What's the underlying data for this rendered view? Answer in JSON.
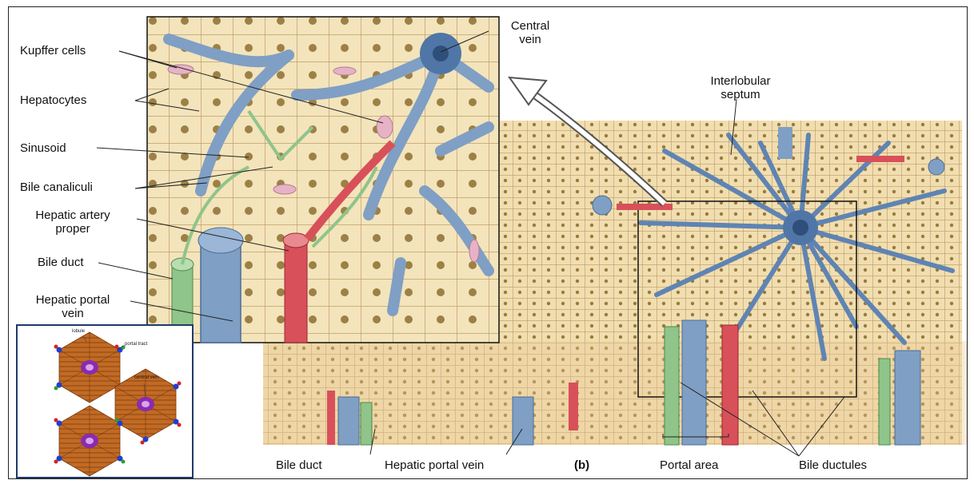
{
  "labels": {
    "kupffer": "Kupffer cells",
    "hepatocytes": "Hepatocytes",
    "sinusoid": "Sinusoid",
    "bile_canaliculi": "Bile canaliculi",
    "hepatic_artery_line1": "Hepatic artery",
    "hepatic_artery_line2": "proper",
    "bile_duct_left": "Bile duct",
    "hepatic_portal_line1": "Hepatic portal",
    "hepatic_portal_line2": "vein",
    "central_vein_line1": "Central",
    "central_vein_line2": "vein",
    "interlobular_line1": "Interlobular",
    "interlobular_line2": "septum",
    "bottom_bile_duct": "Bile duct",
    "bottom_portal_vein": "Hepatic portal vein",
    "panel_letter": "(b)",
    "portal_area": "Portal area",
    "bile_ductules": "Bile ductules"
  },
  "inset": {
    "lobule": "lobule",
    "portal_tract": "portal tract",
    "central_vein": "central vein"
  },
  "colors": {
    "hepatocyte": "#f3e3b8",
    "hepatocyte_edge": "#b48a52",
    "vein": "#7f9fc4",
    "vein_dark": "#4b6d96",
    "artery": "#d8505a",
    "bile": "#8fc48a",
    "kupffer": "#e6b3c6",
    "lobule_brown": "#b8621f",
    "inset_border": "#1f3a6b",
    "inset_center": "#8a2bb0"
  }
}
